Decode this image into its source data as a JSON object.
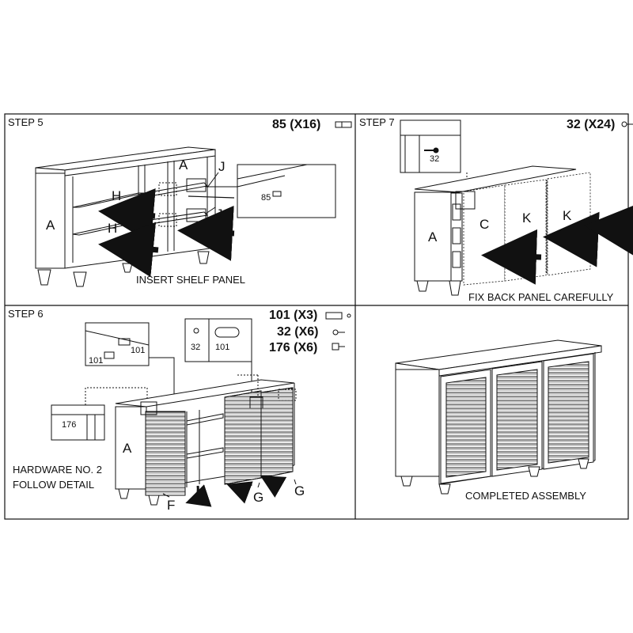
{
  "step5": {
    "title": "STEP 5",
    "hardware": "85 (X16)",
    "part_a": "A",
    "part_h1": "H",
    "part_h2": "H",
    "part_j1": "J",
    "part_j2": "J",
    "detail_85": "85",
    "caption": "INSERT SHELF PANEL",
    "screw_icon": "dowel-icon"
  },
  "step7": {
    "title": "STEP 7",
    "hardware": "32 (X24)",
    "detail_32": "32",
    "part_a": "A",
    "part_c": "C",
    "part_k1": "K",
    "part_k2": "K",
    "caption": "FIX BACK PANEL CAREFULLY",
    "screw_icon": "screw-icon"
  },
  "step6": {
    "title": "STEP 6",
    "hardware": [
      "101 (X3)",
      "32 (X6)",
      "176 (X6)"
    ],
    "detail_101a": "101",
    "detail_101b": "101",
    "detail_32": "32",
    "detail_101c": "101",
    "detail_176": "176",
    "part_a": "A",
    "part_f": "F",
    "part_g1": "G",
    "part_g2": "G",
    "note_line1": "HARDWARE NO. 2",
    "note_line2": "FOLLOW DETAIL"
  },
  "step8": {
    "caption": "COMPLETED ASSEMBLY"
  }
}
